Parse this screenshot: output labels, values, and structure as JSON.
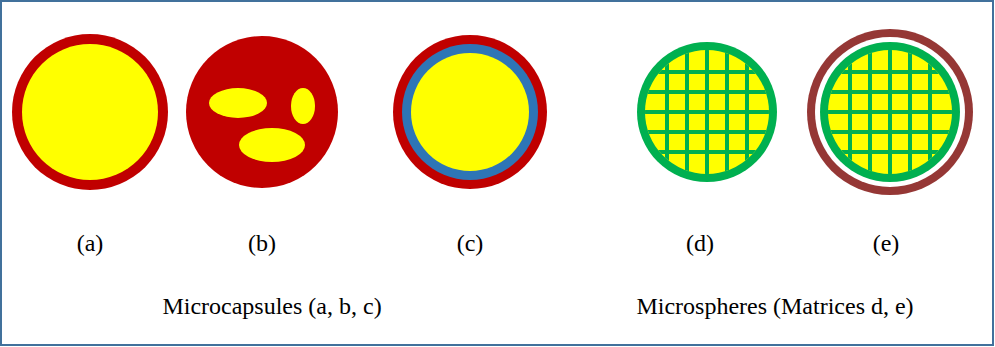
{
  "diagram": {
    "labels": [
      "(a)",
      "(b)",
      "(c)",
      "(d)",
      "(e)",
      "Microcapsules (a, b, c)",
      "Microspheres (Matrices d, e)"
    ]
  }
}
